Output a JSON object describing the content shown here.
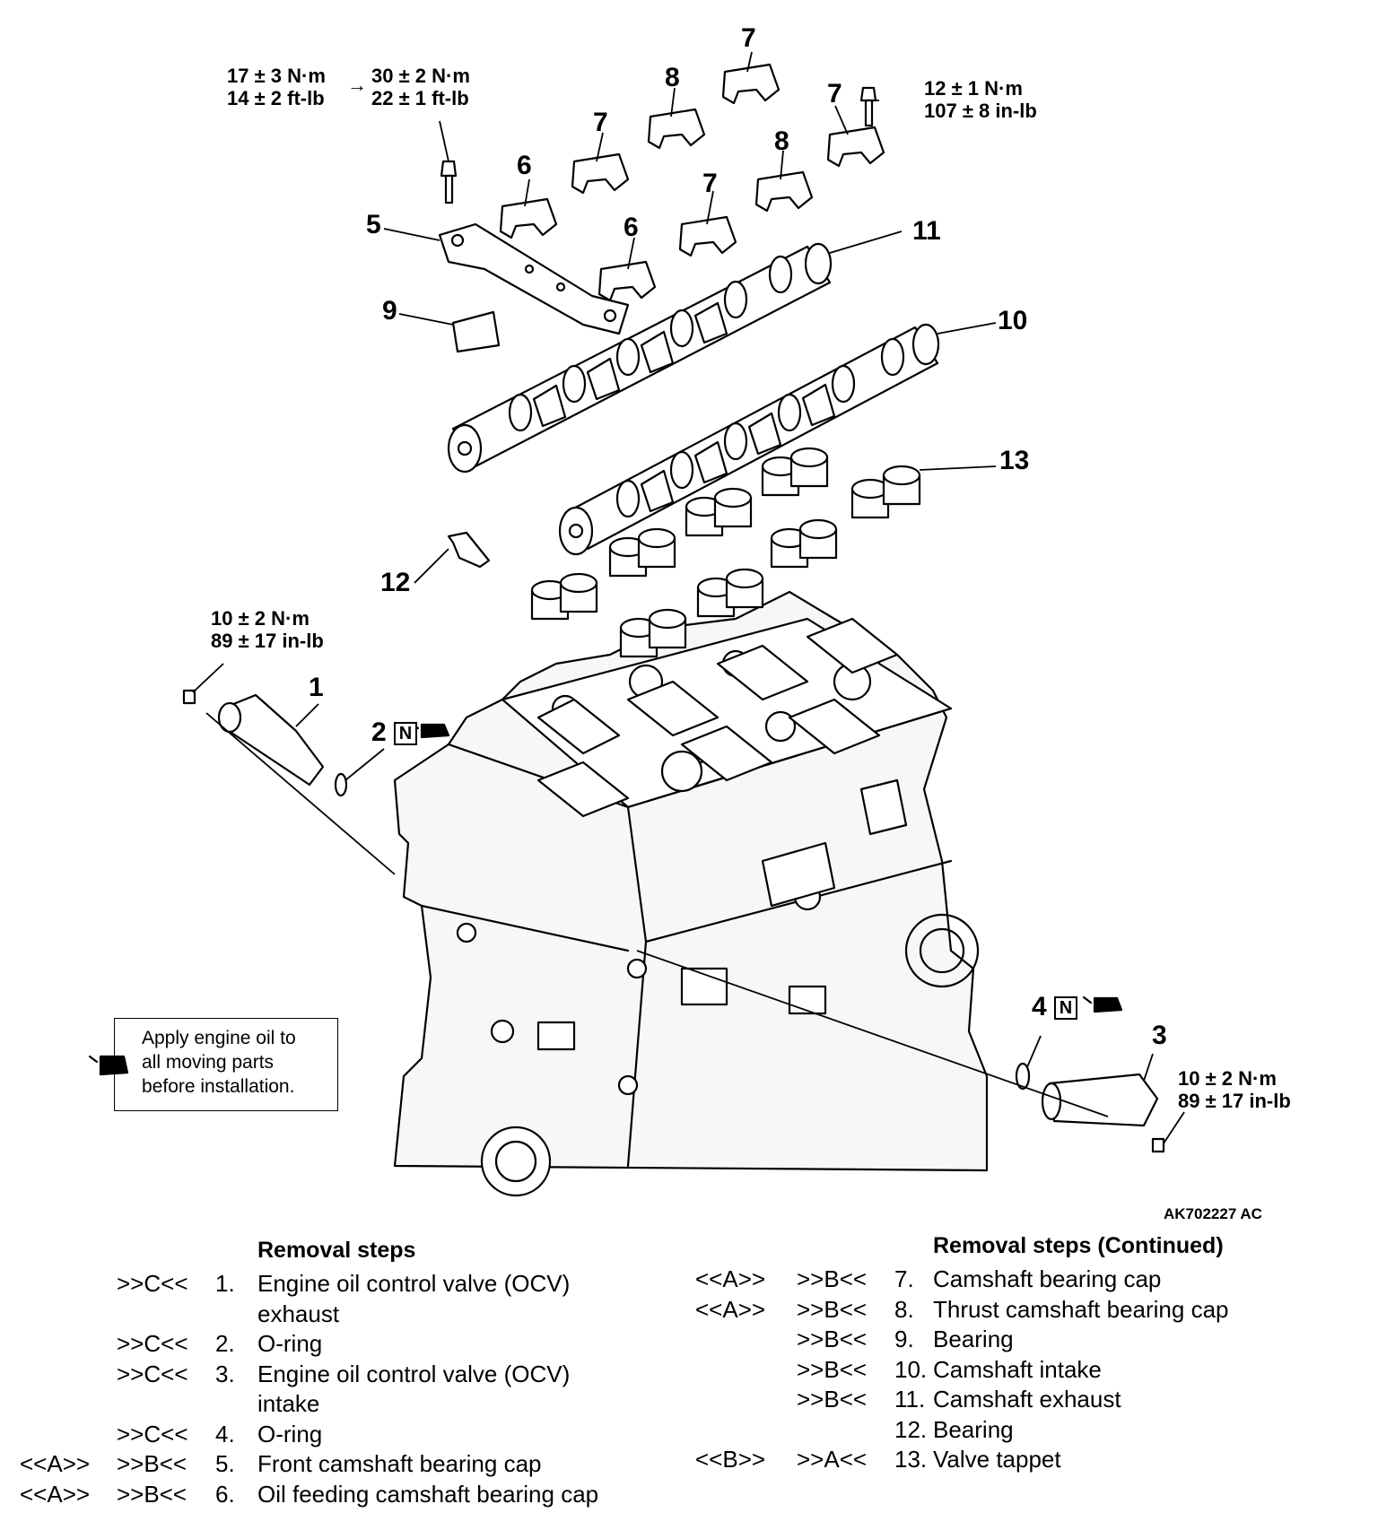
{
  "torques": {
    "cap_bolt_initial": [
      "17 ± 3 N·m",
      "14 ± 2 ft-lb"
    ],
    "cap_bolt_final": [
      "30 ± 2 N·m",
      "22 ± 1 ft-lb"
    ],
    "cap_bolt_arrow": "→",
    "thrust_bolt": [
      "12 ± 1 N·m",
      "107 ± 8 in-lb"
    ],
    "ocv_exhaust_bolt": [
      "10 ± 2 N·m",
      "89 ± 17 in-lb"
    ],
    "ocv_intake_bolt": [
      "10 ± 2 N·m",
      "89 ± 17 in-lb"
    ]
  },
  "callouts": {
    "c1": "1",
    "c2": "2",
    "c3": "3",
    "c4": "4",
    "c5": "5",
    "c6a": "6",
    "c6b": "6",
    "c7a": "7",
    "c7b": "7",
    "c7c": "7",
    "c7d": "7",
    "c8a": "8",
    "c8b": "8",
    "c9": "9",
    "c10": "10",
    "c11": "11",
    "c12": "12",
    "c13": "13"
  },
  "new_part_badge": "N",
  "figure_id": "AK702227 AC",
  "note": {
    "lines": [
      "Apply engine oil to",
      "all moving parts",
      "before installation."
    ],
    "icon": "oil-can-icon"
  },
  "removal_steps": {
    "title": "Removal steps",
    "items": [
      {
        "c1": "",
        "c2": ">>C<<",
        "num": "1.",
        "text": "Engine oil control valve (OCV)"
      },
      {
        "c1": "",
        "c2": "",
        "num": "",
        "text": "exhaust"
      },
      {
        "c1": "",
        "c2": ">>C<<",
        "num": "2.",
        "text": "O-ring"
      },
      {
        "c1": "",
        "c2": ">>C<<",
        "num": "3.",
        "text": "Engine oil control valve (OCV)"
      },
      {
        "c1": "",
        "c2": "",
        "num": "",
        "text": "intake"
      },
      {
        "c1": "",
        "c2": ">>C<<",
        "num": "4.",
        "text": "O-ring"
      },
      {
        "c1": "<<A>>",
        "c2": ">>B<<",
        "num": "5.",
        "text": "Front camshaft bearing cap"
      },
      {
        "c1": "<<A>>",
        "c2": ">>B<<",
        "num": "6.",
        "text": "Oil feeding camshaft bearing cap"
      }
    ]
  },
  "removal_steps_continued": {
    "title": "Removal steps (Continued)",
    "items": [
      {
        "c1": "<<A>>",
        "c2": ">>B<<",
        "num": "7.",
        "text": "Camshaft bearing cap"
      },
      {
        "c1": "<<A>>",
        "c2": ">>B<<",
        "num": "8.",
        "text": "Thrust camshaft bearing cap"
      },
      {
        "c1": "",
        "c2": ">>B<<",
        "num": "9.",
        "text": "Bearing"
      },
      {
        "c1": "",
        "c2": ">>B<<",
        "num": "10.",
        "text": "Camshaft intake"
      },
      {
        "c1": "",
        "c2": ">>B<<",
        "num": "11.",
        "text": "Camshaft exhaust"
      },
      {
        "c1": "",
        "c2": "",
        "num": "12.",
        "text": "Bearing"
      },
      {
        "c1": "<<B>>",
        "c2": ">>A<<",
        "num": "13.",
        "text": "Valve tappet"
      }
    ]
  }
}
